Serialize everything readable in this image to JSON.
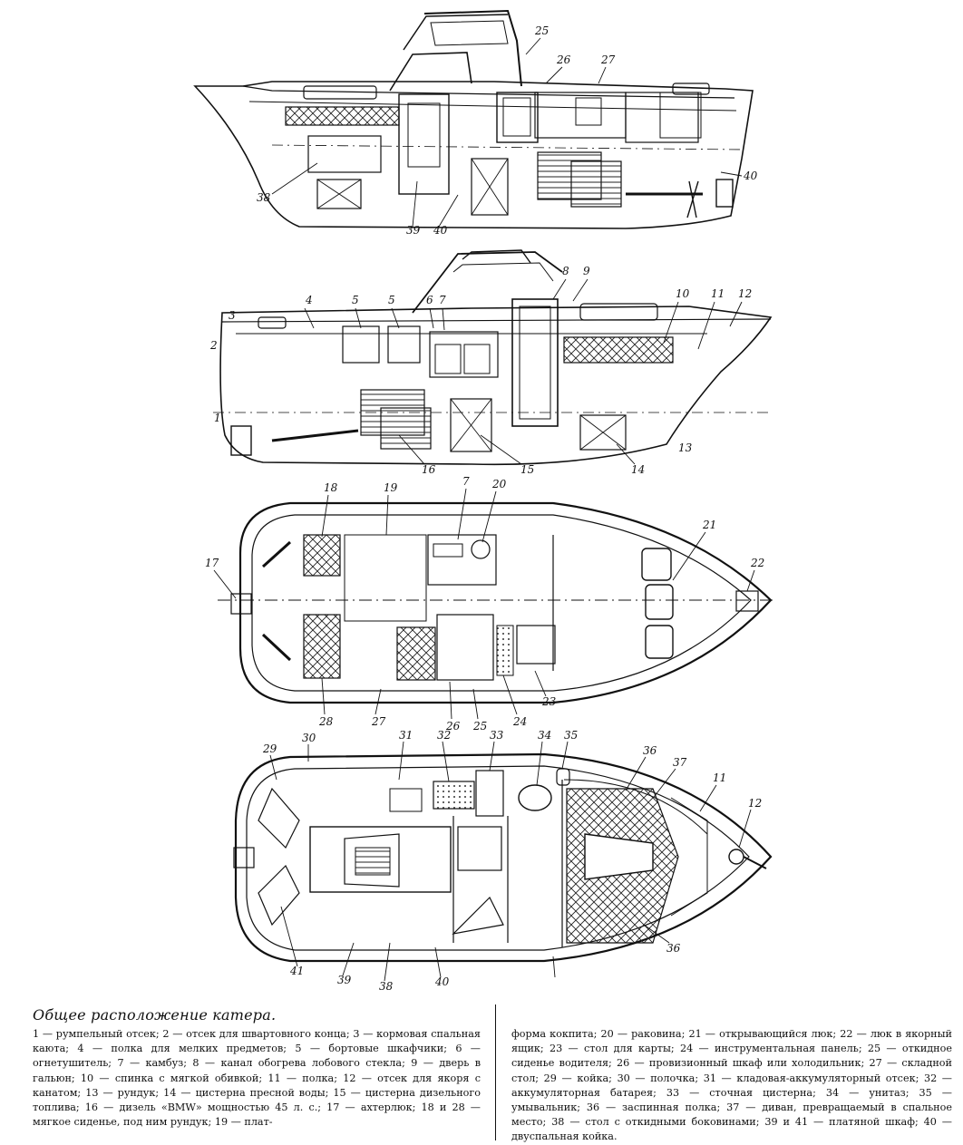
{
  "caption": {
    "title": "Общее расположение катера.",
    "legend_left": "1 — румпельный отсек; 2 — отсек для швартовного конца; 3 — кормовая спальная каюта; 4 — полка для мелких предметов; 5 — бортовые шкафчики; 6 — огнетушитель; 7 — камбуз; 8 — канал обогрева лобового стекла; 9 — дверь в гальюн; 10 — спинка с мягкой обивкой; 11 — полка; 12 — отсек для якоря с канатом; 13 — рундук; 14 — цистерна пресной воды; 15 — цистерна дизельного топлива; 16 — дизель «BMW» мощностью 45 л. с.; 17 — ахтерлюк; 18 и 28 — мягкое сиденье, под ним рундук; 19 — плат-",
    "legend_right": "форма кокпита; 20 — раковина; 21 — открывающийся люк; 22 — люк в якорный ящик; 23 — стол для карты; 24 — инструментальная панель; 25 — откидное сиденье водителя; 26 — провизионный шкаф или холодильник; 27 — складной стол; 29 — койка; 30 — полочка; 31 — кладовая-аккумуляторный отсек; 32 — аккумуляторная батарея; 33 — сточная цистерна; 34 — унитаз; 35 — умывальник; 36 — заспинная полка; 37 — диван, превращаемый в спальное место; 38 — стол с откидными боковинами; 39 и 41 — платяной шкаф; 40 — двуспальная койка."
  },
  "views": {
    "profile_starboard": {
      "labels": [
        "25",
        "26",
        "27",
        "38",
        "39",
        "40",
        "40"
      ]
    },
    "profile_port": {
      "labels": [
        "2",
        "3",
        "4",
        "5",
        "5",
        "6",
        "7",
        "8",
        "9",
        "10",
        "11",
        "12",
        "1",
        "13",
        "14",
        "15",
        "16"
      ]
    },
    "plan_deck": {
      "labels": [
        "18",
        "19",
        "7",
        "20",
        "21",
        "22",
        "17",
        "28",
        "27",
        "26",
        "25",
        "24",
        "23"
      ]
    },
    "plan_interior": {
      "labels": [
        "29",
        "30",
        "31",
        "32",
        "33",
        "34",
        "35",
        "36",
        "37",
        "11",
        "12",
        "41",
        "39",
        "38",
        "40",
        "36"
      ]
    }
  }
}
